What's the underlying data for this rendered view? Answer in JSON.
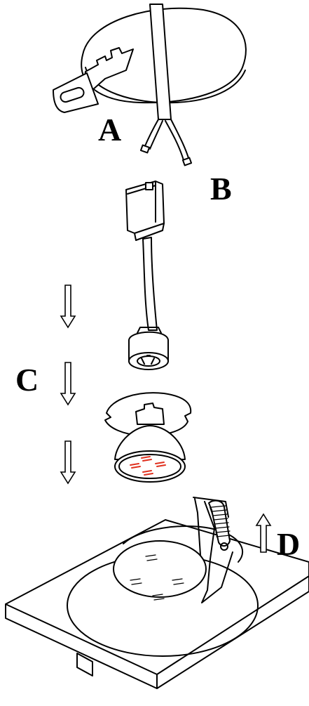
{
  "labels": {
    "a": "A",
    "b": "B",
    "c": "C",
    "d": "D"
  },
  "colors": {
    "line": "#000000",
    "led_marks": "#e0301e",
    "background": "#ffffff"
  }
}
